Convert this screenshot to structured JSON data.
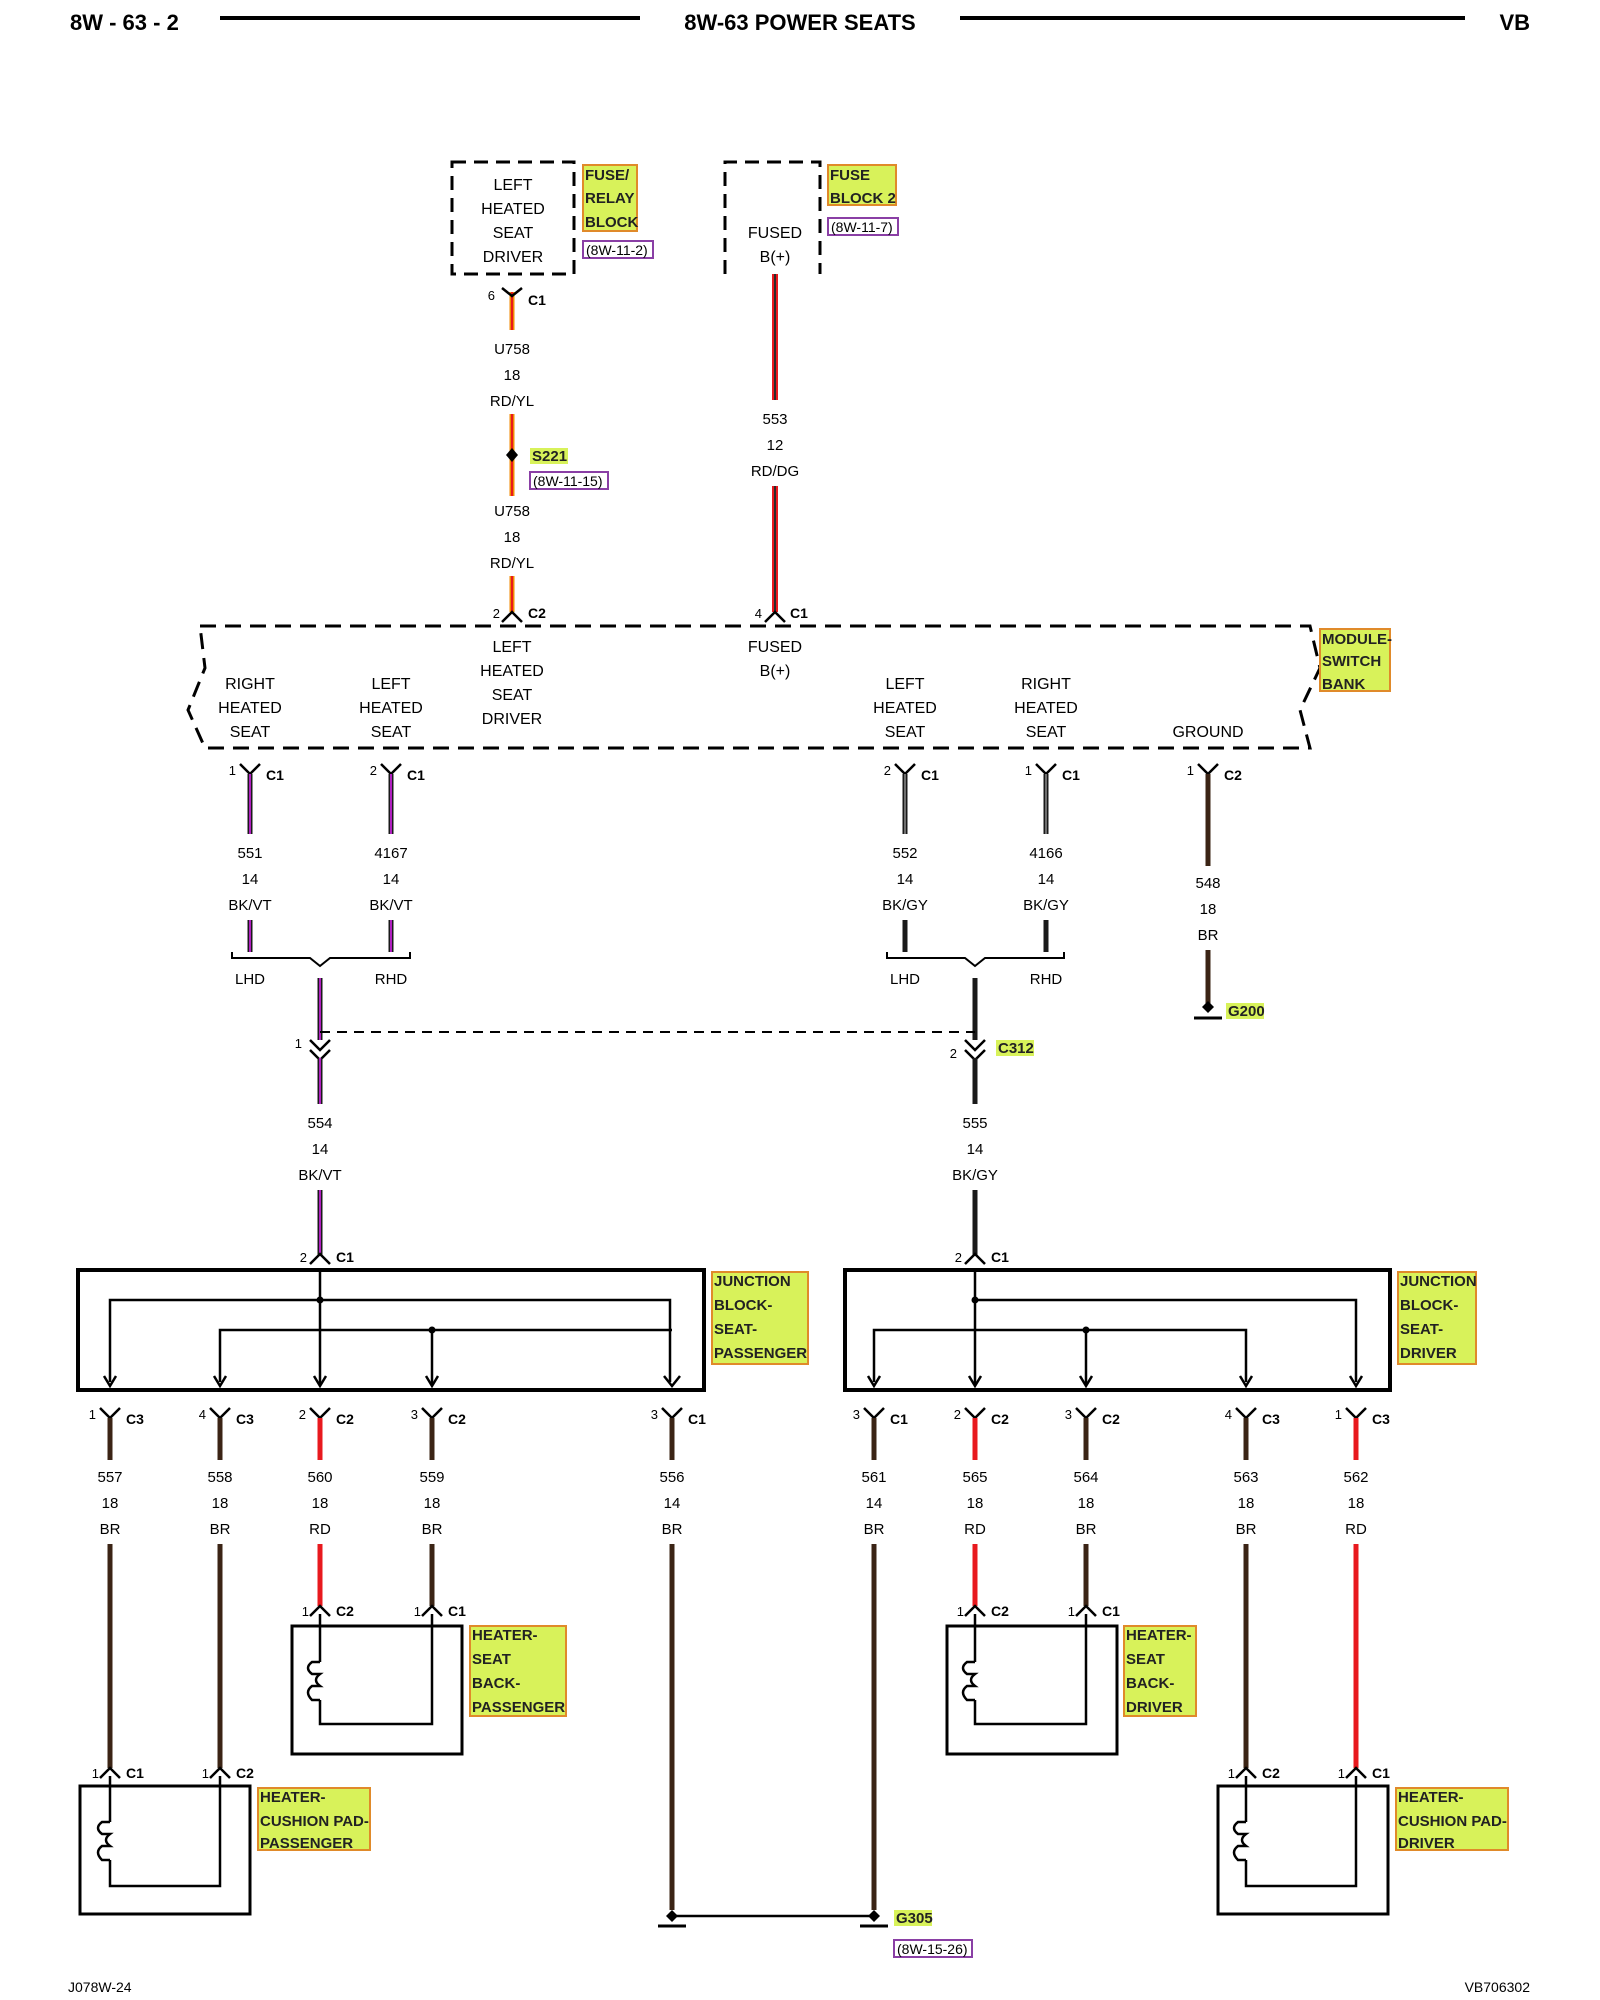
{
  "header": {
    "page": "8W - 63 - 2",
    "title": "8W-63 POWER SEATS",
    "model": "VB"
  },
  "footer": {
    "left": "J078W-24",
    "right": "VB706302"
  },
  "colors": {
    "rd": "#e8191e",
    "rdyl": "#f08a00",
    "bk": "#1a1a1a",
    "br": "#3b2415",
    "vt": "#b020c0",
    "tag": "#d8f25a",
    "tag_border": "#e08a2a",
    "ref": "#8a3fa5"
  },
  "components": {
    "fuse_relay_block": {
      "lines": [
        "LEFT",
        "HEATED",
        "SEAT",
        "DRIVER"
      ],
      "tag": [
        "FUSE/",
        "RELAY",
        "BLOCK"
      ],
      "ref": "(8W-11-2)"
    },
    "fuse_block_2": {
      "lines": [
        "FUSED",
        "B(+)"
      ],
      "tag": [
        "FUSE",
        "BLOCK 2"
      ],
      "ref": "(8W-11-7)"
    },
    "splice_s221": {
      "tag": "S221",
      "ref": "(8W-11-15)"
    },
    "module_switch_bank": {
      "tag": [
        "MODULE-",
        "SWITCH",
        "BANK"
      ],
      "pins_top": [
        {
          "lines": [
            "LEFT",
            "HEATED",
            "SEAT",
            "DRIVER"
          ]
        },
        {
          "lines": [
            "FUSED",
            "B(+)"
          ]
        }
      ],
      "pins_bottom": [
        {
          "lines": [
            "RIGHT",
            "HEATED",
            "SEAT"
          ]
        },
        {
          "lines": [
            "LEFT",
            "HEATED",
            "SEAT"
          ]
        },
        {
          "lines": [
            "LEFT",
            "HEATED",
            "SEAT"
          ]
        },
        {
          "lines": [
            "RIGHT",
            "HEATED",
            "SEAT"
          ]
        },
        {
          "lines": [
            "GROUND"
          ]
        }
      ]
    },
    "junction_passenger": {
      "tag": [
        "JUNCTION",
        "BLOCK-",
        "SEAT-",
        "PASSENGER"
      ]
    },
    "junction_driver": {
      "tag": [
        "JUNCTION",
        "BLOCK-",
        "SEAT-",
        "DRIVER"
      ]
    },
    "heater_back_passenger": {
      "tag": [
        "HEATER-",
        "SEAT",
        "BACK-",
        "PASSENGER"
      ]
    },
    "heater_back_driver": {
      "tag": [
        "HEATER-",
        "SEAT",
        "BACK-",
        "DRIVER"
      ]
    },
    "heater_cushion_passenger": {
      "tag": [
        "HEATER-",
        "CUSHION PAD-",
        "PASSENGER"
      ]
    },
    "heater_cushion_driver": {
      "tag": [
        "HEATER-",
        "CUSHION PAD-",
        "DRIVER"
      ]
    },
    "g200": {
      "tag": "G200"
    },
    "c312": {
      "tag": "C312"
    },
    "g305": {
      "tag": "G305",
      "ref": "(8W-15-26)"
    }
  },
  "wires": [
    {
      "id": "u758a",
      "circuit": "U758",
      "gauge": "18",
      "color": "RD/YL"
    },
    {
      "id": "u758b",
      "circuit": "U758",
      "gauge": "18",
      "color": "RD/YL"
    },
    {
      "id": "w553",
      "circuit": "553",
      "gauge": "12",
      "color": "RD/DG"
    },
    {
      "id": "w551",
      "circuit": "551",
      "gauge": "14",
      "color": "BK/VT"
    },
    {
      "id": "w4167",
      "circuit": "4167",
      "gauge": "14",
      "color": "BK/VT"
    },
    {
      "id": "w552",
      "circuit": "552",
      "gauge": "14",
      "color": "BK/GY"
    },
    {
      "id": "w4166",
      "circuit": "4166",
      "gauge": "14",
      "color": "BK/GY"
    },
    {
      "id": "w548",
      "circuit": "548",
      "gauge": "18",
      "color": "BR"
    },
    {
      "id": "w554",
      "circuit": "554",
      "gauge": "14",
      "color": "BK/VT"
    },
    {
      "id": "w555",
      "circuit": "555",
      "gauge": "14",
      "color": "BK/GY"
    },
    {
      "id": "w557",
      "circuit": "557",
      "gauge": "18",
      "color": "BR"
    },
    {
      "id": "w558",
      "circuit": "558",
      "gauge": "18",
      "color": "BR"
    },
    {
      "id": "w560",
      "circuit": "560",
      "gauge": "18",
      "color": "RD"
    },
    {
      "id": "w559",
      "circuit": "559",
      "gauge": "18",
      "color": "BR"
    },
    {
      "id": "w556",
      "circuit": "556",
      "gauge": "14",
      "color": "BR"
    },
    {
      "id": "w561",
      "circuit": "561",
      "gauge": "14",
      "color": "BR"
    },
    {
      "id": "w565",
      "circuit": "565",
      "gauge": "18",
      "color": "RD"
    },
    {
      "id": "w564",
      "circuit": "564",
      "gauge": "18",
      "color": "BR"
    },
    {
      "id": "w563",
      "circuit": "563",
      "gauge": "18",
      "color": "BR"
    },
    {
      "id": "w562",
      "circuit": "562",
      "gauge": "18",
      "color": "RD"
    }
  ],
  "connectors": [
    {
      "pin": "6",
      "name": "C1"
    },
    {
      "pin": "2",
      "name": "C2"
    },
    {
      "pin": "4",
      "name": "C1"
    },
    {
      "pin": "1",
      "name": "C1"
    },
    {
      "pin": "2",
      "name": "C1"
    },
    {
      "pin": "2",
      "name": "C1"
    },
    {
      "pin": "1",
      "name": "C1"
    },
    {
      "pin": "1",
      "name": "C2"
    },
    {
      "pin": "1",
      "name": ""
    },
    {
      "pin": "2",
      "name": ""
    },
    {
      "pin": "2",
      "name": "C1"
    },
    {
      "pin": "2",
      "name": "C1"
    },
    {
      "pin": "1",
      "name": "C3"
    },
    {
      "pin": "4",
      "name": "C3"
    },
    {
      "pin": "2",
      "name": "C2"
    },
    {
      "pin": "3",
      "name": "C2"
    },
    {
      "pin": "3",
      "name": "C1"
    },
    {
      "pin": "3",
      "name": "C1"
    },
    {
      "pin": "2",
      "name": "C2"
    },
    {
      "pin": "3",
      "name": "C2"
    },
    {
      "pin": "4",
      "name": "C3"
    },
    {
      "pin": "1",
      "name": "C3"
    },
    {
      "pin": "1",
      "name": "C2"
    },
    {
      "pin": "1",
      "name": "C1"
    },
    {
      "pin": "1",
      "name": "C2"
    },
    {
      "pin": "1",
      "name": "C1"
    },
    {
      "pin": "1",
      "name": "C1"
    },
    {
      "pin": "1",
      "name": "C2"
    },
    {
      "pin": "1",
      "name": "C2"
    },
    {
      "pin": "1",
      "name": "C1"
    }
  ],
  "branch_labels": {
    "lhd_left": "LHD",
    "rhd_left": "RHD",
    "lhd_right": "LHD",
    "rhd_right": "RHD"
  }
}
